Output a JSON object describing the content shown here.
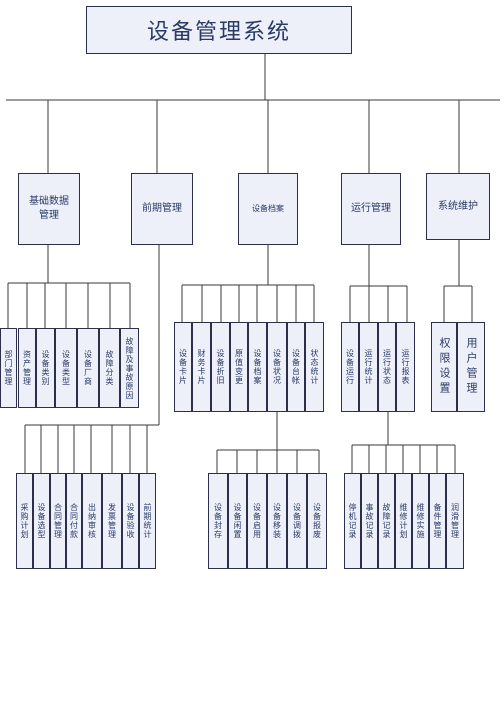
{
  "title": "设备管理系统",
  "categories": [
    {
      "label": "基础数据管理"
    },
    {
      "label": "前期管理"
    },
    {
      "label": "设备档案"
    },
    {
      "label": "运行管理"
    },
    {
      "label": "系统维护"
    }
  ],
  "groups": {
    "basic_data": [
      "部门管理",
      "资产管理",
      "设备类别",
      "设备类型",
      "设备厂商",
      "故障分类",
      "故障及事故原因"
    ],
    "pre_stage": [
      "采购计划",
      "设备选型",
      "合同管理",
      "合同付款",
      "出纳审核",
      "发票管理",
      "设备验收",
      "前期统计"
    ],
    "archive": [
      "设备卡片",
      "财务卡片",
      "设备折旧",
      "原值变更",
      "设备档案",
      "设备状况",
      "设备台帐",
      "状态统计"
    ],
    "archive_sub": [
      "设备封存",
      "设备闲置",
      "设备启用",
      "设备移装",
      "设备调拨",
      "设备报废"
    ],
    "operation": [
      "设备运行",
      "运行统计",
      "运行状态",
      "运行报表"
    ],
    "operation_sub": [
      "停机记录",
      "事故记录",
      "故障记录",
      "维修计划",
      "维修实施",
      "备件管理",
      "润滑管理"
    ],
    "maintenance": [
      "权限设置",
      "用户管理"
    ]
  }
}
